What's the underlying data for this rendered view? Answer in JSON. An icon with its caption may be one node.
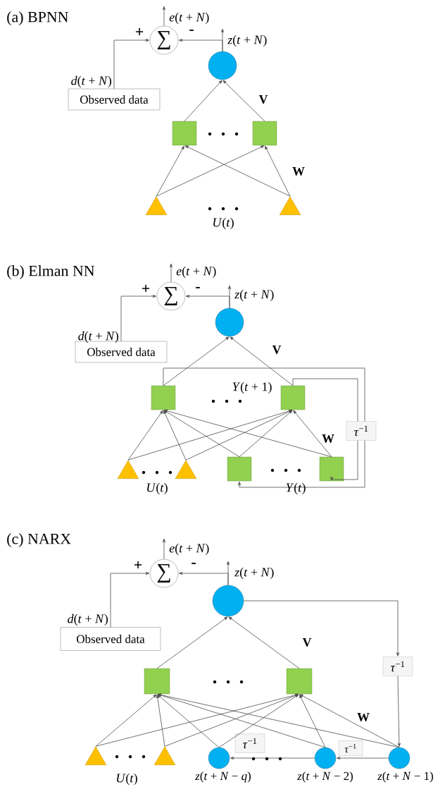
{
  "diagram": {
    "nodes": [
      {
        "text": [
          "∑"
        ]
      },
      {
        "text": [],
        "shape": "circle"
      },
      {
        "text": [
          "Observed data"
        ]
      },
      {
        "text": [],
        "shape": "box"
      },
      {
        "text": [],
        "shape": "box"
      },
      {
        "text": [],
        "shape": "triangle"
      },
      {
        "text": [],
        "shape": "triangle"
      },
      {
        "text": [
          "∑"
        ]
      },
      {
        "text": [],
        "shape": "circle"
      },
      {
        "text": [
          "Observed data"
        ]
      },
      {
        "text": [],
        "shape": "box"
      },
      {
        "text": [],
        "shape": "box"
      },
      {
        "text": [],
        "shape": "triangle"
      },
      {
        "text": [],
        "shape": "triangle"
      },
      {
        "text": [],
        "shape": "box"
      },
      {
        "text": [],
        "shape": "box"
      },
      {
        "text": [
          "*τ*$^{−1}$"
        ]
      },
      {
        "text": [
          "∑"
        ]
      },
      {
        "text": [],
        "shape": "circle"
      },
      {
        "text": [
          "Observed data"
        ]
      },
      {
        "text": [],
        "shape": "box"
      },
      {
        "text": [],
        "shape": "box"
      },
      {
        "text": [],
        "shape": "triangle"
      },
      {
        "text": [],
        "shape": "triangle"
      },
      {
        "text": [
          "*τ*$^{−1}$"
        ]
      },
      {
        "text": [],
        "shape": "circle",
        "beside": [
          "*z*(*t* + *N* − *q*)"
        ]
      },
      {
        "text": [
          "*τ*$^{−1}$"
        ]
      },
      {
        "text": [],
        "shape": "circle",
        "beside": [
          "*z*(*t* + *N* − 2)"
        ]
      },
      {
        "text": [
          "*τ*$^{−1}$"
        ]
      },
      {
        "text": [],
        "shape": "circle",
        "beside": [
          "*z*(*t* + *N* − 1)"
        ]
      }
    ],
    "edges": [
      {
        "from": 5,
        "to": 3,
        "arrow": "to"
      },
      {
        "from": 5,
        "to": 4,
        "arrow": "to"
      },
      {
        "from": 6,
        "to": 3,
        "arrow": "to"
      },
      {
        "from": 6,
        "to": 4,
        "arrow": "to"
      },
      {
        "from": 3,
        "to": 1,
        "arrow": "to"
      },
      {
        "from": 4,
        "to": 1,
        "arrow": "to"
      },
      {
        "from": 1,
        "to": 0,
        "arrow": "to"
      },
      {
        "from": 2,
        "to": 0,
        "arrow": "to",
        "label": "*d*(*t* + *N*)"
      },
      {
        "from": 0,
        "to": null,
        "arrow": "to",
        "label": "*e*(*t* + *N*)"
      },
      {
        "from": 1,
        "to": null,
        "arrow": "to",
        "label": "*z*(*t* + *N*)"
      },
      {
        "from": 10,
        "to": 8,
        "arrow": "to"
      },
      {
        "from": 11,
        "to": 8,
        "arrow": "to"
      },
      {
        "from": 12,
        "to": 10,
        "arrow": "to"
      },
      {
        "from": 12,
        "to": 11,
        "arrow": "to"
      },
      {
        "from": 13,
        "to": 10,
        "arrow": "to"
      },
      {
        "from": 13,
        "to": 11,
        "arrow": "to"
      },
      {
        "from": 14,
        "to": 10,
        "arrow": "to"
      },
      {
        "from": 14,
        "to": 11,
        "arrow": "to"
      },
      {
        "from": 15,
        "to": 10,
        "arrow": "to"
      },
      {
        "from": 15,
        "to": 11,
        "arrow": "to"
      },
      {
        "from": 8,
        "to": 7,
        "arrow": "to"
      },
      {
        "from": 9,
        "to": 7,
        "arrow": "to",
        "label": "*d*(*t* + *N*)"
      },
      {
        "from": 7,
        "to": null,
        "arrow": "to",
        "label": "*e*(*t* + *N*)"
      },
      {
        "from": 8,
        "to": null,
        "arrow": "to",
        "label": "*z*(*t* + *N*)"
      },
      {
        "from": 10,
        "to": 16,
        "arrow": "none"
      },
      {
        "from": 16,
        "to": 14,
        "arrow": "to"
      },
      {
        "from": 11,
        "to": 16,
        "arrow": "none"
      },
      {
        "from": 16,
        "to": 15,
        "arrow": "to"
      },
      {
        "from": 20,
        "to": 18,
        "arrow": "to"
      },
      {
        "from": 21,
        "to": 18,
        "arrow": "to"
      },
      {
        "from": 22,
        "to": 20,
        "arrow": "to"
      },
      {
        "from": 22,
        "to": 21,
        "arrow": "to"
      },
      {
        "from": 23,
        "to": 20,
        "arrow": "to"
      },
      {
        "from": 23,
        "to": 21,
        "arrow": "to"
      },
      {
        "from": 25,
        "to": 20,
        "arrow": "to"
      },
      {
        "from": 25,
        "to": 21,
        "arrow": "to"
      },
      {
        "from": 27,
        "to": 20,
        "arrow": "to"
      },
      {
        "from": 27,
        "to": 21,
        "arrow": "to"
      },
      {
        "from": 29,
        "to": 20,
        "arrow": "to"
      },
      {
        "from": 29,
        "to": 21,
        "arrow": "to"
      },
      {
        "from": 18,
        "to": 17,
        "arrow": "to"
      },
      {
        "from": 19,
        "to": 17,
        "arrow": "to",
        "label": "*d*(*t* + *N*)"
      },
      {
        "from": 17,
        "to": null,
        "arrow": "to",
        "label": "*e*(*t* + *N*)"
      },
      {
        "from": 18,
        "to": null,
        "arrow": "to",
        "label": "*z*(*t* + *N*)"
      },
      {
        "from": 18,
        "to": 24,
        "arrow": "to"
      },
      {
        "from": 24,
        "to": 29,
        "arrow": "to"
      },
      {
        "from": 29,
        "to": 27,
        "arrow": "to"
      },
      {
        "from": 27,
        "to": 25,
        "arrow": "to"
      }
    ],
    "labels": [
      "(a) BPNN",
      "+",
      "-",
      "V",
      "W",
      "*U*(*t*)",
      "(b) Elman NN",
      "+",
      "-",
      "V",
      "*Y*(*t* + 1)",
      "W",
      "*U*(*t*)",
      "*Y*(*t*)",
      "(c) NARX",
      "+",
      "-",
      "V",
      "W",
      "*U*(*t*)"
    ]
  }
}
